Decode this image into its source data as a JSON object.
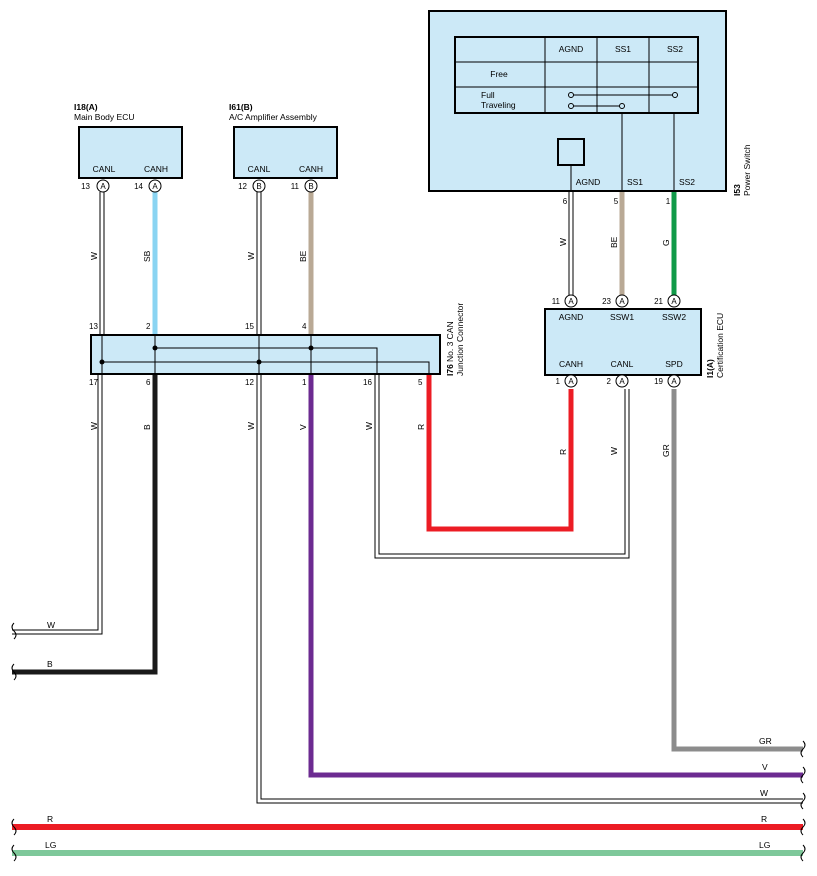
{
  "components": {
    "main_body_ecu": {
      "code": "I18(A)",
      "name": "Main Body ECU",
      "pins": [
        {
          "no": "13",
          "conn": "A",
          "label": "CANL"
        },
        {
          "no": "14",
          "conn": "A",
          "label": "CANH"
        }
      ]
    },
    "ac_amp": {
      "code": "I61(B)",
      "name": "A/C Amplifier Assembly",
      "pins": [
        {
          "no": "12",
          "conn": "B",
          "label": "CANL"
        },
        {
          "no": "11",
          "conn": "B",
          "label": "CANH"
        }
      ]
    },
    "junction": {
      "code": "I76",
      "name1": "No. 3 CAN",
      "name2": "Junction Connector",
      "top_pins": [
        "13",
        "2",
        "15",
        "4"
      ],
      "bottom_pins": [
        "17",
        "6",
        "12",
        "1",
        "16",
        "5"
      ]
    },
    "power_switch": {
      "code": "I53",
      "name": "Power Switch",
      "table_headers": [
        "AGND",
        "SS1",
        "SS2"
      ],
      "rows": [
        "Free",
        "Full",
        "Traveling"
      ],
      "pins": [
        {
          "no": "6",
          "label": "AGND"
        },
        {
          "no": "5",
          "label": "SS1"
        },
        {
          "no": "1",
          "label": "SS2"
        }
      ]
    },
    "cert_ecu": {
      "code": "I1(A)",
      "name": "Certification ECU",
      "top_pins": [
        {
          "no": "11",
          "conn": "A",
          "label": "AGND"
        },
        {
          "no": "23",
          "conn": "A",
          "label": "SSW1"
        },
        {
          "no": "21",
          "conn": "A",
          "label": "SSW2"
        }
      ],
      "bottom_pins": [
        {
          "no": "1",
          "conn": "A",
          "label": "CANH"
        },
        {
          "no": "2",
          "conn": "A",
          "label": "CANL"
        },
        {
          "no": "19",
          "conn": "A",
          "label": "SPD"
        }
      ]
    }
  },
  "wire_colors": {
    "W": "W",
    "SB": "SB",
    "BE": "BE",
    "B": "B",
    "V": "V",
    "R": "R",
    "G": "G",
    "GR": "GR",
    "LG": "LG"
  },
  "colors": {
    "box_fill": "#cce9f7",
    "SB": "#8ad4f2",
    "BE": "#b9a995",
    "G": "#109a48",
    "B": "#1a1a1a",
    "V": "#6c2b91",
    "R": "#ec1c24",
    "GR": "#8c8c8c",
    "LG": "#7ec89a"
  }
}
